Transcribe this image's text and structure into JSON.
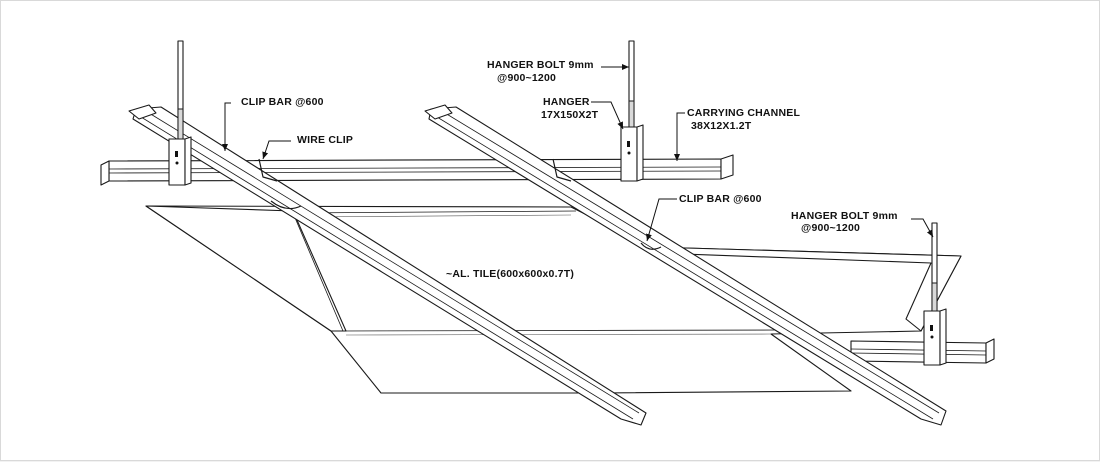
{
  "labels": {
    "clip_bar_left": "CLIP BAR @600",
    "wire_clip": "WIRE CLIP",
    "hanger_bolt_1_line1": "HANGER BOLT 9mm",
    "hanger_bolt_1_line2": "@900~1200",
    "hanger_line1": "HANGER",
    "hanger_line2": "17X150X2T",
    "carrying_channel_line1": "CARRYING CHANNEL",
    "carrying_channel_line2": "38X12X1.2T",
    "clip_bar_right": "CLIP BAR @600",
    "hanger_bolt_2_line1": "HANGER BOLT 9mm",
    "hanger_bolt_2_line2": "@900~1200",
    "tile": "~AL. TILE(600x600x0.7T)"
  }
}
